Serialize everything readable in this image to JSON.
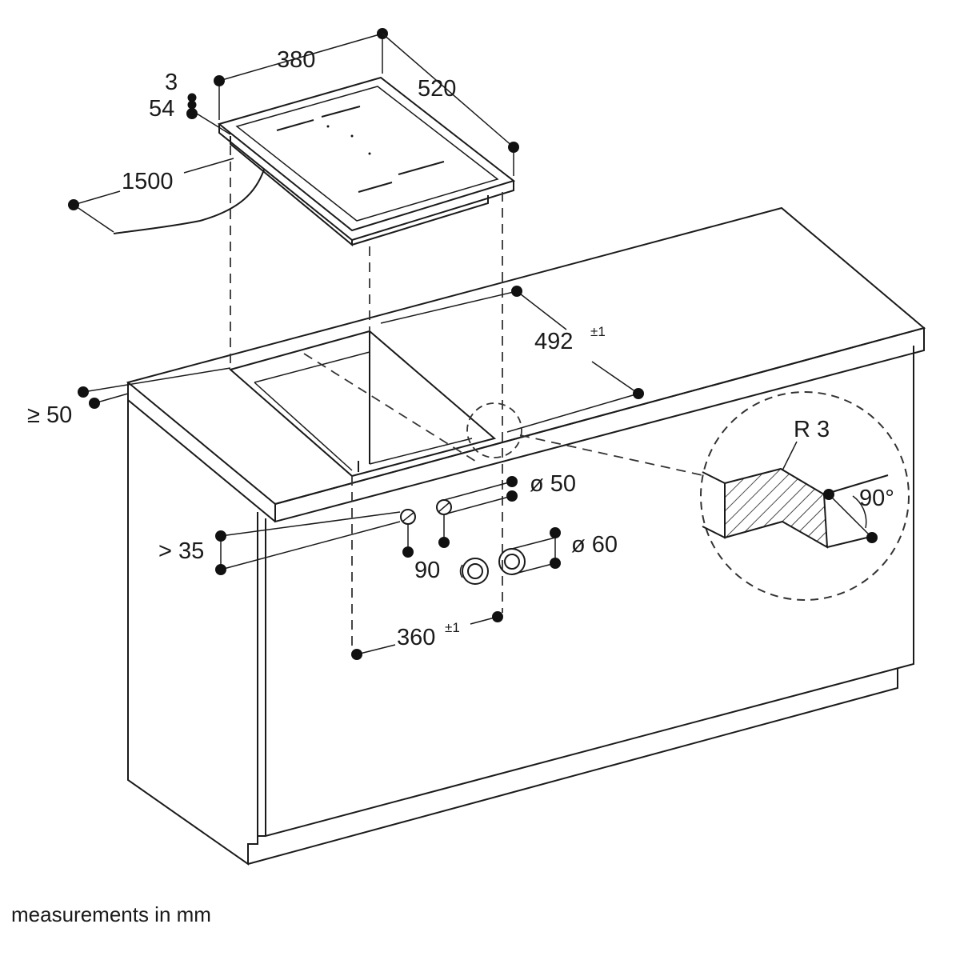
{
  "dimensions": {
    "hob_width": "380",
    "hob_depth": "520",
    "hob_top": "3",
    "hob_height": "54",
    "cable": "1500",
    "cutout_depth": "492",
    "cutout_depth_tol": "±1",
    "front_edge": "≥ 50",
    "hole_offset": "> 35",
    "hole_small": "ø 50",
    "hole_large": "ø 60",
    "angle_90": "90",
    "cutout_width": "360",
    "cutout_width_tol": "±1",
    "radius": "R 3",
    "detail_angle": "90°"
  },
  "footer": {
    "note": "measurements in mm"
  }
}
